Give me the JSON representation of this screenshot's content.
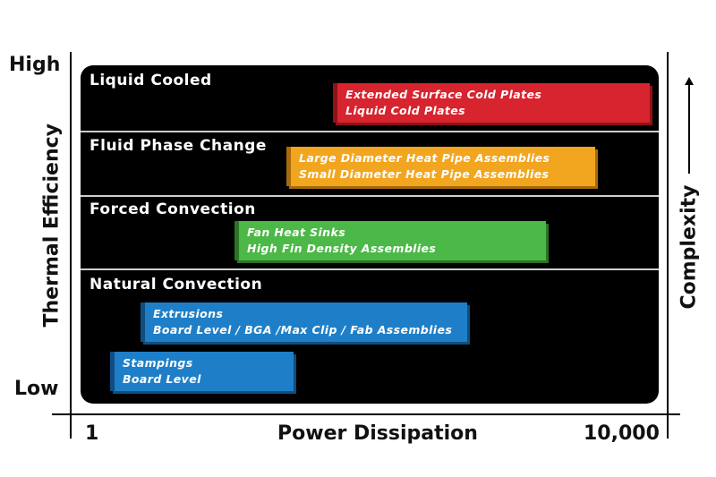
{
  "axes": {
    "y_high": "High",
    "y_low": "Low",
    "y_title": "Thermal Efficiency",
    "x_min": "1",
    "x_max": "10,000",
    "x_title": "Power Dissipation",
    "right_title": "Complexity"
  },
  "sections": [
    {
      "title": "Liquid Cooled"
    },
    {
      "title": "Fluid Phase Change"
    },
    {
      "title": "Forced Convection"
    },
    {
      "title": "Natural Convection"
    }
  ],
  "bars": [
    {
      "lines": [
        "Extended Surface Cold Plates",
        "Liquid Cold Plates"
      ],
      "color": "#d7242f",
      "shade": "#8e1218"
    },
    {
      "lines": [
        "Large Diameter Heat Pipe Assemblies",
        "Small Diameter Heat Pipe Assemblies"
      ],
      "color": "#f2a51f",
      "shade": "#a86a0c"
    },
    {
      "lines": [
        "Fan Heat Sinks",
        "High Fin Density Assemblies"
      ],
      "color": "#4cb848",
      "shade": "#2a7427"
    },
    {
      "lines": [
        "Extrusions",
        "Board Level / BGA /Max Clip / Fab Assemblies"
      ],
      "color": "#1e7fc8",
      "shade": "#0f4e80"
    },
    {
      "lines": [
        "Stampings",
        "Board Level"
      ],
      "color": "#1e7fc8",
      "shade": "#0f4e80"
    }
  ]
}
